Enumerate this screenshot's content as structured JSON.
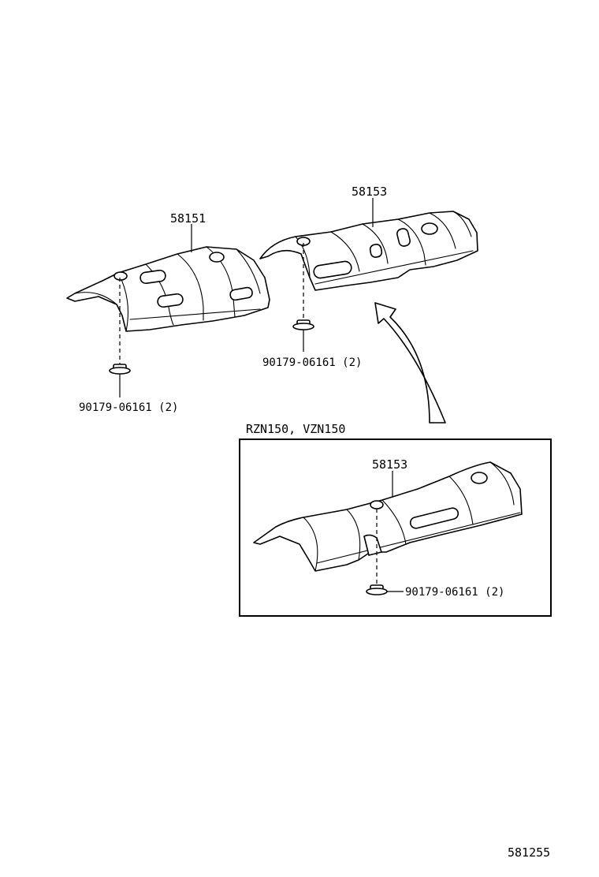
{
  "labels": {
    "part_58151": "58151",
    "part_58153_top": "58153",
    "bolt_left": "90179-06161 (2)",
    "bolt_mid": "90179-06161 (2)",
    "inset_title": "RZN150, VZN150",
    "part_58153_inset": "58153",
    "bolt_inset": "90179-06161 (2)",
    "diagram_number": "581255"
  }
}
